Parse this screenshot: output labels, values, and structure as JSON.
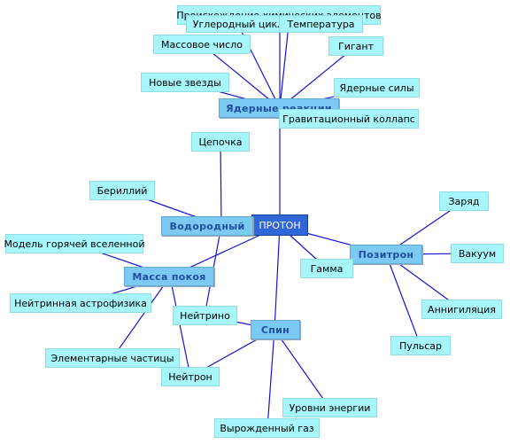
{
  "center": "ПРОТОН",
  "nodes": {
    "yadernye_reaktsii": "Ядерные реакции",
    "vodorodny": "Водородный",
    "massa_pokoya": "Масса покоя",
    "spin": "Спин",
    "pozitron": "Позитрон",
    "proiskhozhdenie": "Происхождение химических элементов",
    "uglerodny_tsikl": "Углеродный цикл",
    "temperatura": "Температура",
    "massovoe_chislo": "Массовое число",
    "gigant": "Гигант",
    "novye_zvezdy": "Новые звезды",
    "yadernye_sily": "Ядерные силы",
    "gravitatsionny_kollaps": "Гравитационный коллапс",
    "tsepochka": "Цепочка",
    "berilliy": "Бериллий",
    "model_vselennoy": "Модель горячей вселенной",
    "neytrinnaya_astrofizika": "Нейтринная астрофизика",
    "neytrino": "Нейтрино",
    "elementarnye_chastitsy": "Элементарные частицы",
    "neytron": "Нейтрон",
    "gamma": "Гамма",
    "zaryad": "Заряд",
    "vakuum": "Вакуум",
    "annigilyatsiya": "Аннигиляция",
    "pulsar": "Пульсар",
    "urovni_energii": "Уровни энергии",
    "vyrozhdenny_gaz": "Вырожденный газ"
  },
  "colors": {
    "line": "#1414d8",
    "leaf_fill": "#a6f6fc",
    "main_fill": "#7ccaf4",
    "center_fill": "#2f66d8"
  }
}
